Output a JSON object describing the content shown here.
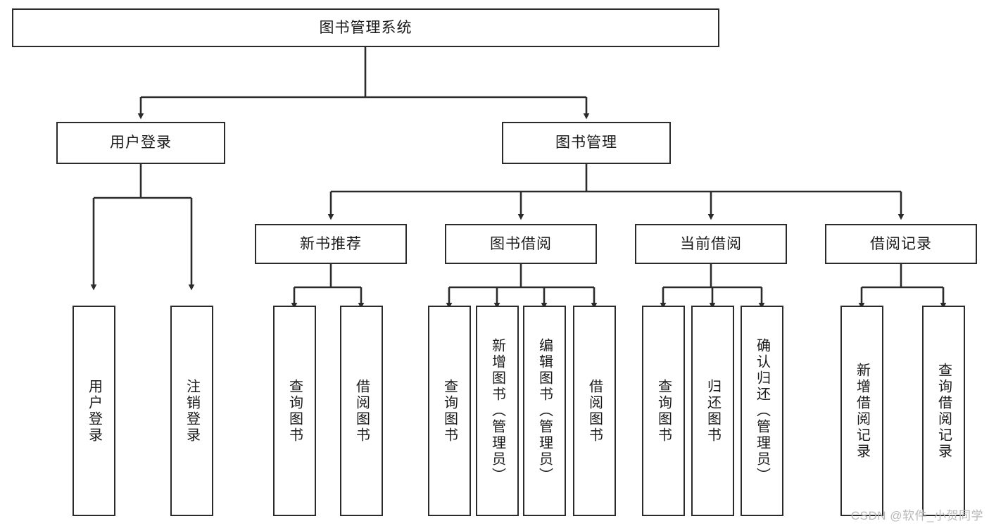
{
  "diagram": {
    "type": "tree-hierarchy",
    "title": "图书管理系统",
    "watermark": "CSDN @软件_小贺同学",
    "colors": {
      "box_border": "#2b2b2b",
      "box_fill": "#ffffff",
      "connector": "#2b2b2b",
      "text": "#1a1a1a",
      "watermark": "#b9b9b9"
    },
    "root": {
      "label": "图书管理系统"
    },
    "level2": [
      {
        "label": "用户登录"
      },
      {
        "label": "图书管理"
      }
    ],
    "level3": [
      {
        "label": "新书推荐"
      },
      {
        "label": "图书借阅"
      },
      {
        "label": "当前借阅"
      },
      {
        "label": "借阅记录"
      }
    ],
    "leaves": {
      "user_login": [
        {
          "label": "用户登录"
        },
        {
          "label": "注销登录"
        }
      ],
      "new_book_recommend": [
        {
          "label": "查询图书"
        },
        {
          "label": "借阅图书"
        }
      ],
      "book_borrow": [
        {
          "label": "查询图书"
        },
        {
          "label": "新增图书（管理员）"
        },
        {
          "label": "编辑图书（管理员）"
        },
        {
          "label": "借阅图书"
        }
      ],
      "current_borrow": [
        {
          "label": "查询图书"
        },
        {
          "label": "归还图书"
        },
        {
          "label": "确认归还（管理员）"
        }
      ],
      "borrow_records": [
        {
          "label": "新增借阅记录"
        },
        {
          "label": "查询借阅记录"
        }
      ]
    }
  }
}
